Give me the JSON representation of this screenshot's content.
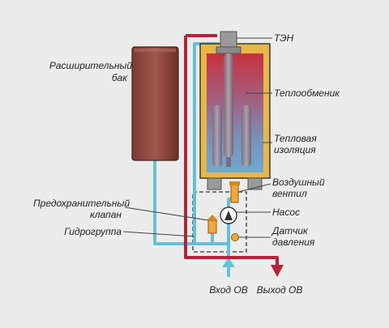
{
  "labels": {
    "expansion_tank_1": "Расширительный",
    "expansion_tank_2": "бак",
    "heating_element": "ТЭН",
    "heat_exchanger": "Теплообменик",
    "insulation_1": "Тепловая",
    "insulation_2": "изоляция",
    "air_valve_1": "Воздушный",
    "air_valve_2": "вентил",
    "pump": "Насос",
    "pressure_sensor_1": "Датчик",
    "pressure_sensor_2": "давления",
    "safety_valve_1": "Предохранительный",
    "safety_valve_2": "клапан",
    "hydro_group": "Гидрогруппа",
    "inlet": "Вход ОВ",
    "outlet": "Выход ОВ"
  },
  "colors": {
    "background": "#ececec",
    "hot_pipe": "#b5233a",
    "cold_pipe": "#66c0d8",
    "insulation": "#e6b84a",
    "tank_fill": "#93463d",
    "heater_cap": "#9a9a9a",
    "leader_line": "#444444"
  }
}
